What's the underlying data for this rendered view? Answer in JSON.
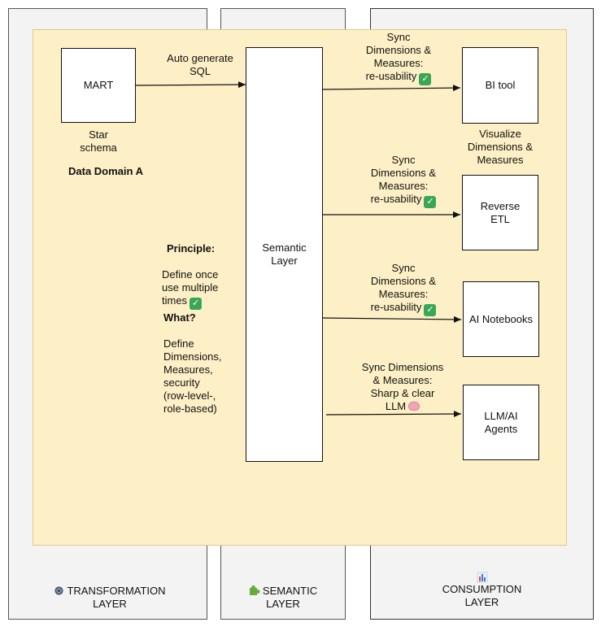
{
  "lanes": {
    "transformation": {
      "label": "TRANSFORMATION\nLAYER",
      "icon": "gear-icon"
    },
    "semantic": {
      "label": "SEMANTIC\nLAYER",
      "icon": "puzzle-icon"
    },
    "consumption": {
      "label": "CONSUMPTION\nLAYER",
      "icon": "bar-chart-icon"
    }
  },
  "domain": {
    "name": "Data Domain A",
    "mart": {
      "label": "MART",
      "caption": "Star\nschema"
    },
    "auto_sql": "Auto generate\nSQL",
    "principle": {
      "heading": "Principle:",
      "text": "Define once\nuse multiple\ntimes"
    },
    "what": {
      "heading": "What?",
      "text": "Define\nDimensions,\nMeasures,\nsecurity\n(row-level-,\nrole-based)"
    },
    "semantic_box": "Semantic\nLayer"
  },
  "targets": {
    "bi_tool": {
      "label": "BI tool",
      "sync": "Sync\nDimensions &\nMeasures:\nre-usability",
      "caption": "Visualize\nDimensions &\nMeasures"
    },
    "reverse_etl": {
      "label": "Reverse\nETL",
      "sync": "Sync\nDimensions &\nMeasures:\nre-usability"
    },
    "ai_notebooks": {
      "label": "AI Notebooks",
      "sync": "Sync\nDimensions &\nMeasures:\nre-usability"
    },
    "llm_agents": {
      "label": "LLM/AI\nAgents",
      "sync": "Sync Dimensions\n& Measures:\nSharp & clear\nLLM"
    }
  },
  "colors": {
    "domain_bg": "#fdf0c6",
    "lane_bg": "#f3f3f3",
    "check": "#3aa757"
  }
}
